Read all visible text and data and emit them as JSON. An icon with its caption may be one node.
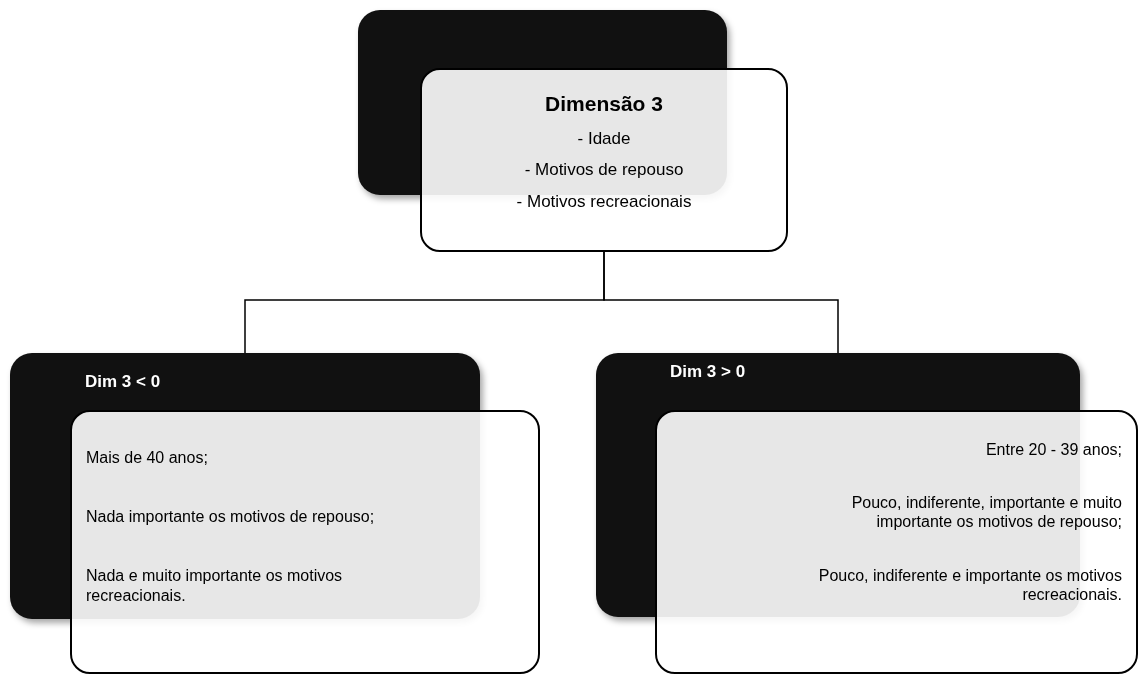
{
  "diagram": {
    "nodes": [
      {
        "text": [],
        "shape": "box"
      },
      {
        "text": [
          "Dimensão 3",
          "- Idade",
          "- Motivos de repouso",
          "- Motivos recreacionais"
        ]
      },
      {
        "text": [
          "Dim 3 < 0"
        ]
      },
      {
        "text": [
          "Mais de 40 anos;",
          "Nada importante os motivos de repouso;",
          "Nada e muito importante os motivos recreacionais."
        ]
      },
      {
        "text": [
          "Dim 3 > 0"
        ]
      },
      {
        "text": [
          "Entre 20 - 39 anos;",
          "Pouco, indiferente, importante e muito importante os motivos de repouso;",
          "Pouco, indiferente e importante os motivos recreacionais."
        ]
      }
    ],
    "edges": [
      {
        "from": 1,
        "to": 2,
        "arrow": "none"
      },
      {
        "from": 1,
        "to": 4,
        "arrow": "none"
      }
    ]
  }
}
